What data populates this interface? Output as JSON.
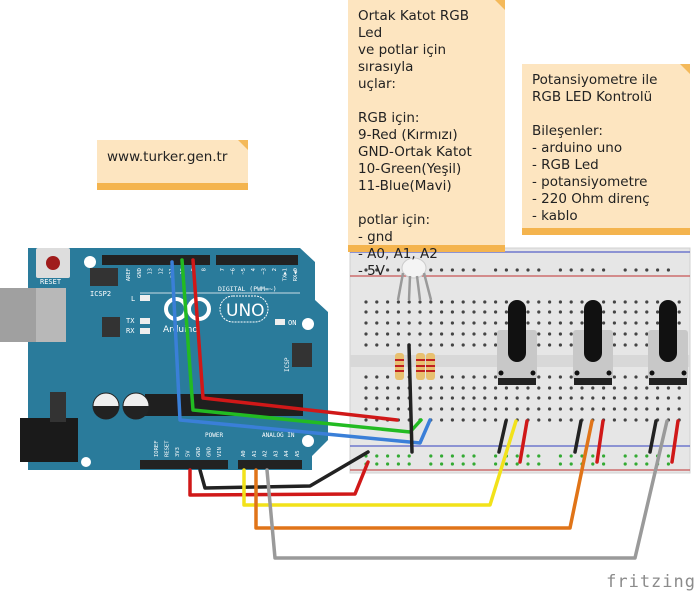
{
  "notes": {
    "pinout": "Ortak Katot RGB Led\nve potlar için sırasıyla\nuçlar:\n\nRGB için:\n9-Red (Kırmızı)\nGND-Ortak Katot\n10-Green(Yeşil)\n11-Blue(Mavi)\n\npotlar için:\n- gnd\n- A0, A1, A2\n- 5V",
    "project": "Potansiyometre ile\nRGB LED Kontrolü\n\nBileşenler:\n- arduino uno\n- RGB Led\n- potansiyometre\n- 220 Ohm direnç\n- kablo",
    "website": "www.turker.gen.tr"
  },
  "arduino": {
    "reset_label": "RESET",
    "icsp2_label": "ICSP2",
    "icsp_label": "ICSP",
    "digital_label": "DIGITAL (PWM=~)",
    "power_label": "POWER",
    "analog_label": "ANALOG IN",
    "on_label": "ON",
    "l_label": "L",
    "tx_label": "TX",
    "rx_label": "RX",
    "brand": "Arduino",
    "model": "UNO",
    "header_pins_top": [
      "AREF",
      "GND",
      "13",
      "12",
      "~11",
      "~10",
      "~9",
      "8",
      "7",
      "~6",
      "~5",
      "4",
      "~3",
      "2",
      "TX▶1",
      "RX◀0"
    ],
    "header_pins_power": [
      "IOREF",
      "RESET",
      "3V3",
      "5V",
      "GND",
      "GND",
      "VIN"
    ],
    "header_pins_analog": [
      "A0",
      "A1",
      "A2",
      "A3",
      "A4",
      "A5"
    ]
  },
  "wire_colors": {
    "red": "#d01818",
    "green": "#22bb22",
    "blue": "#3a7fd8",
    "black": "#222222",
    "yellow": "#f2e21a",
    "orange": "#e07418",
    "gray": "#9a9a9a"
  },
  "board_color": "#2a7b9b",
  "watermark": "fritzing"
}
